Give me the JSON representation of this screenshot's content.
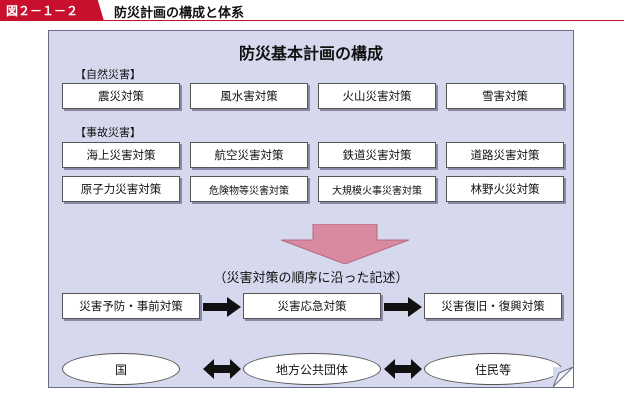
{
  "figure": {
    "number": "図２－１－２",
    "title": "防災計画の構成と体系"
  },
  "diagram": {
    "title": "防災基本計画の構成",
    "natural": {
      "label": "【自然災害】",
      "items": [
        "震災対策",
        "風水害対策",
        "火山災害対策",
        "雪害対策"
      ]
    },
    "accident": {
      "label": "【事故災害】",
      "row1": [
        "海上災害対策",
        "航空災害対策",
        "鉄道災害対策",
        "道路災害対策"
      ],
      "row2": [
        "原子力災害対策",
        "危険物等災害対策",
        "大規模火事災害対策",
        "林野火災対策"
      ]
    },
    "order_note": "（災害対策の順序に沿った記述）",
    "flow": [
      "災害予防・事前対策",
      "災害応急対策",
      "災害復旧・復興対策"
    ],
    "actors": [
      "国",
      "地方公共団体",
      "住民等"
    ]
  },
  "colors": {
    "badge": "#c8102e",
    "panel": "#d6d8ee",
    "big_arrow": "#d98aa0"
  }
}
